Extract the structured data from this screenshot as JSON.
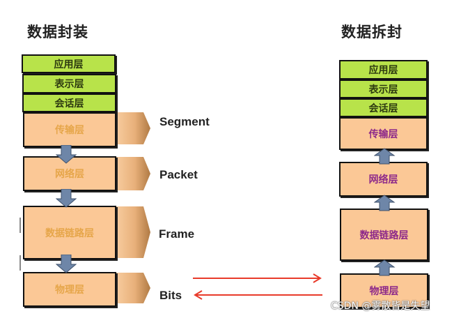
{
  "encapsulation": {
    "title": "数据封装",
    "layers": [
      {
        "name": "应用层",
        "group": "upper"
      },
      {
        "name": "表示层",
        "group": "upper"
      },
      {
        "name": "会话层",
        "group": "upper"
      },
      {
        "name": "传输层",
        "group": "lower",
        "pdu": "Segment"
      },
      {
        "name": "网络层",
        "group": "lower",
        "pdu": "Packet"
      },
      {
        "name": "数据链路层",
        "group": "lower",
        "pdu": "Frame"
      },
      {
        "name": "物理层",
        "group": "lower",
        "pdu": "Bits"
      }
    ]
  },
  "decapsulation": {
    "title": "数据拆封",
    "layers": [
      {
        "name": "应用层",
        "group": "upper"
      },
      {
        "name": "表示层",
        "group": "upper"
      },
      {
        "name": "会话层",
        "group": "upper"
      },
      {
        "name": "传输层",
        "group": "lower"
      },
      {
        "name": "网络层",
        "group": "lower"
      },
      {
        "name": "数据链路层",
        "group": "lower"
      },
      {
        "name": "物理层",
        "group": "lower"
      }
    ]
  },
  "colors": {
    "upper_layer_fill": "#b8e34a",
    "lower_layer_fill": "#fbc896",
    "flow_arrow": "#6e86a8",
    "transmission_arrow": "#e83a2a",
    "left_lower_text": "#e6a64a",
    "right_lower_text": "#8e2a8a"
  },
  "watermark": "CSDN @雾散皆是失望"
}
